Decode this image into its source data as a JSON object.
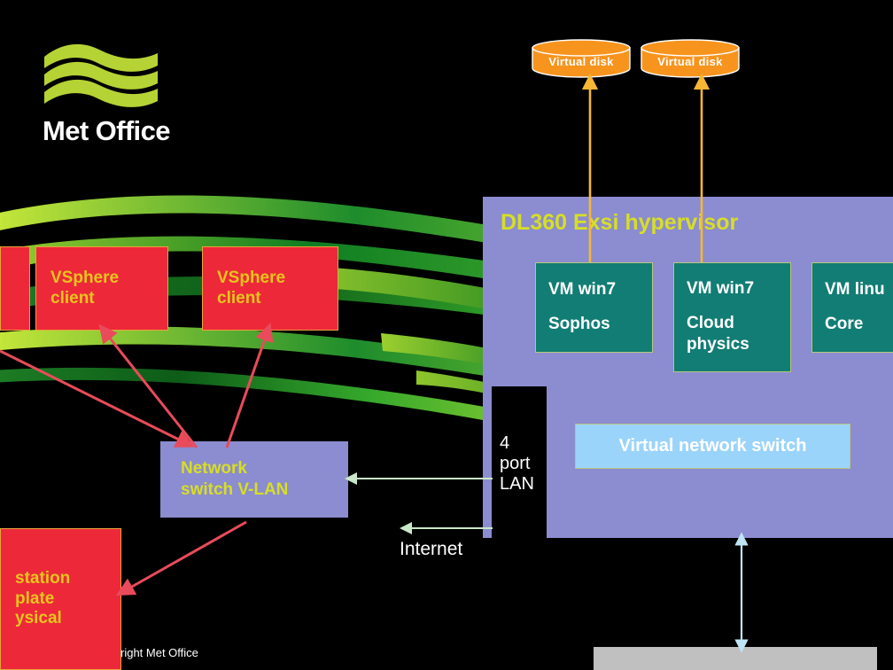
{
  "slide": {
    "background_color": "#000000",
    "footer": "right  Met Office"
  },
  "brand": {
    "logo_name": "met-office-logo",
    "logo_text": "Met Office",
    "logo_wave_color": "#b5d334"
  },
  "storage": {
    "disks": [
      {
        "label": "Virtual disk"
      },
      {
        "label": "Virtual disk"
      }
    ],
    "disk_color": "#f7941e"
  },
  "hypervisor": {
    "title": "DL360 Exsi hypervisor",
    "panel_color": "#8c8cd0",
    "title_color": "#d7df23",
    "vms": [
      {
        "name": "VM win7",
        "app": "Sophos"
      },
      {
        "name": "VM win7",
        "app": "Cloud physics"
      },
      {
        "name": "VM linu",
        "app": "Core"
      }
    ],
    "vm_color": "#127d74",
    "virtual_switch": "Virtual network switch",
    "virtual_switch_color": "#9bd4fb",
    "lan": "4\nport\nLAN",
    "lan_lines": [
      "4",
      "port",
      "LAN"
    ]
  },
  "clients": {
    "vsphere": [
      {
        "line1": "VSphere",
        "line2": "client"
      },
      {
        "line1": "VSphere",
        "line2": "client"
      }
    ],
    "box_color": "#ed2939",
    "text_color": "#e8c41e"
  },
  "network": {
    "switch_vlan_line1": "Network",
    "switch_vlan_line2": "switch V-LAN",
    "internet_label": "Internet",
    "arrow_red": "#e94b5a",
    "arrow_green": "#c9e8c9",
    "arrow_orange": "#f7b733",
    "arrow_blue": "#bfe4f2"
  },
  "workstation": {
    "line1": "station",
    "line2": "plate",
    "line3": "ysical"
  }
}
